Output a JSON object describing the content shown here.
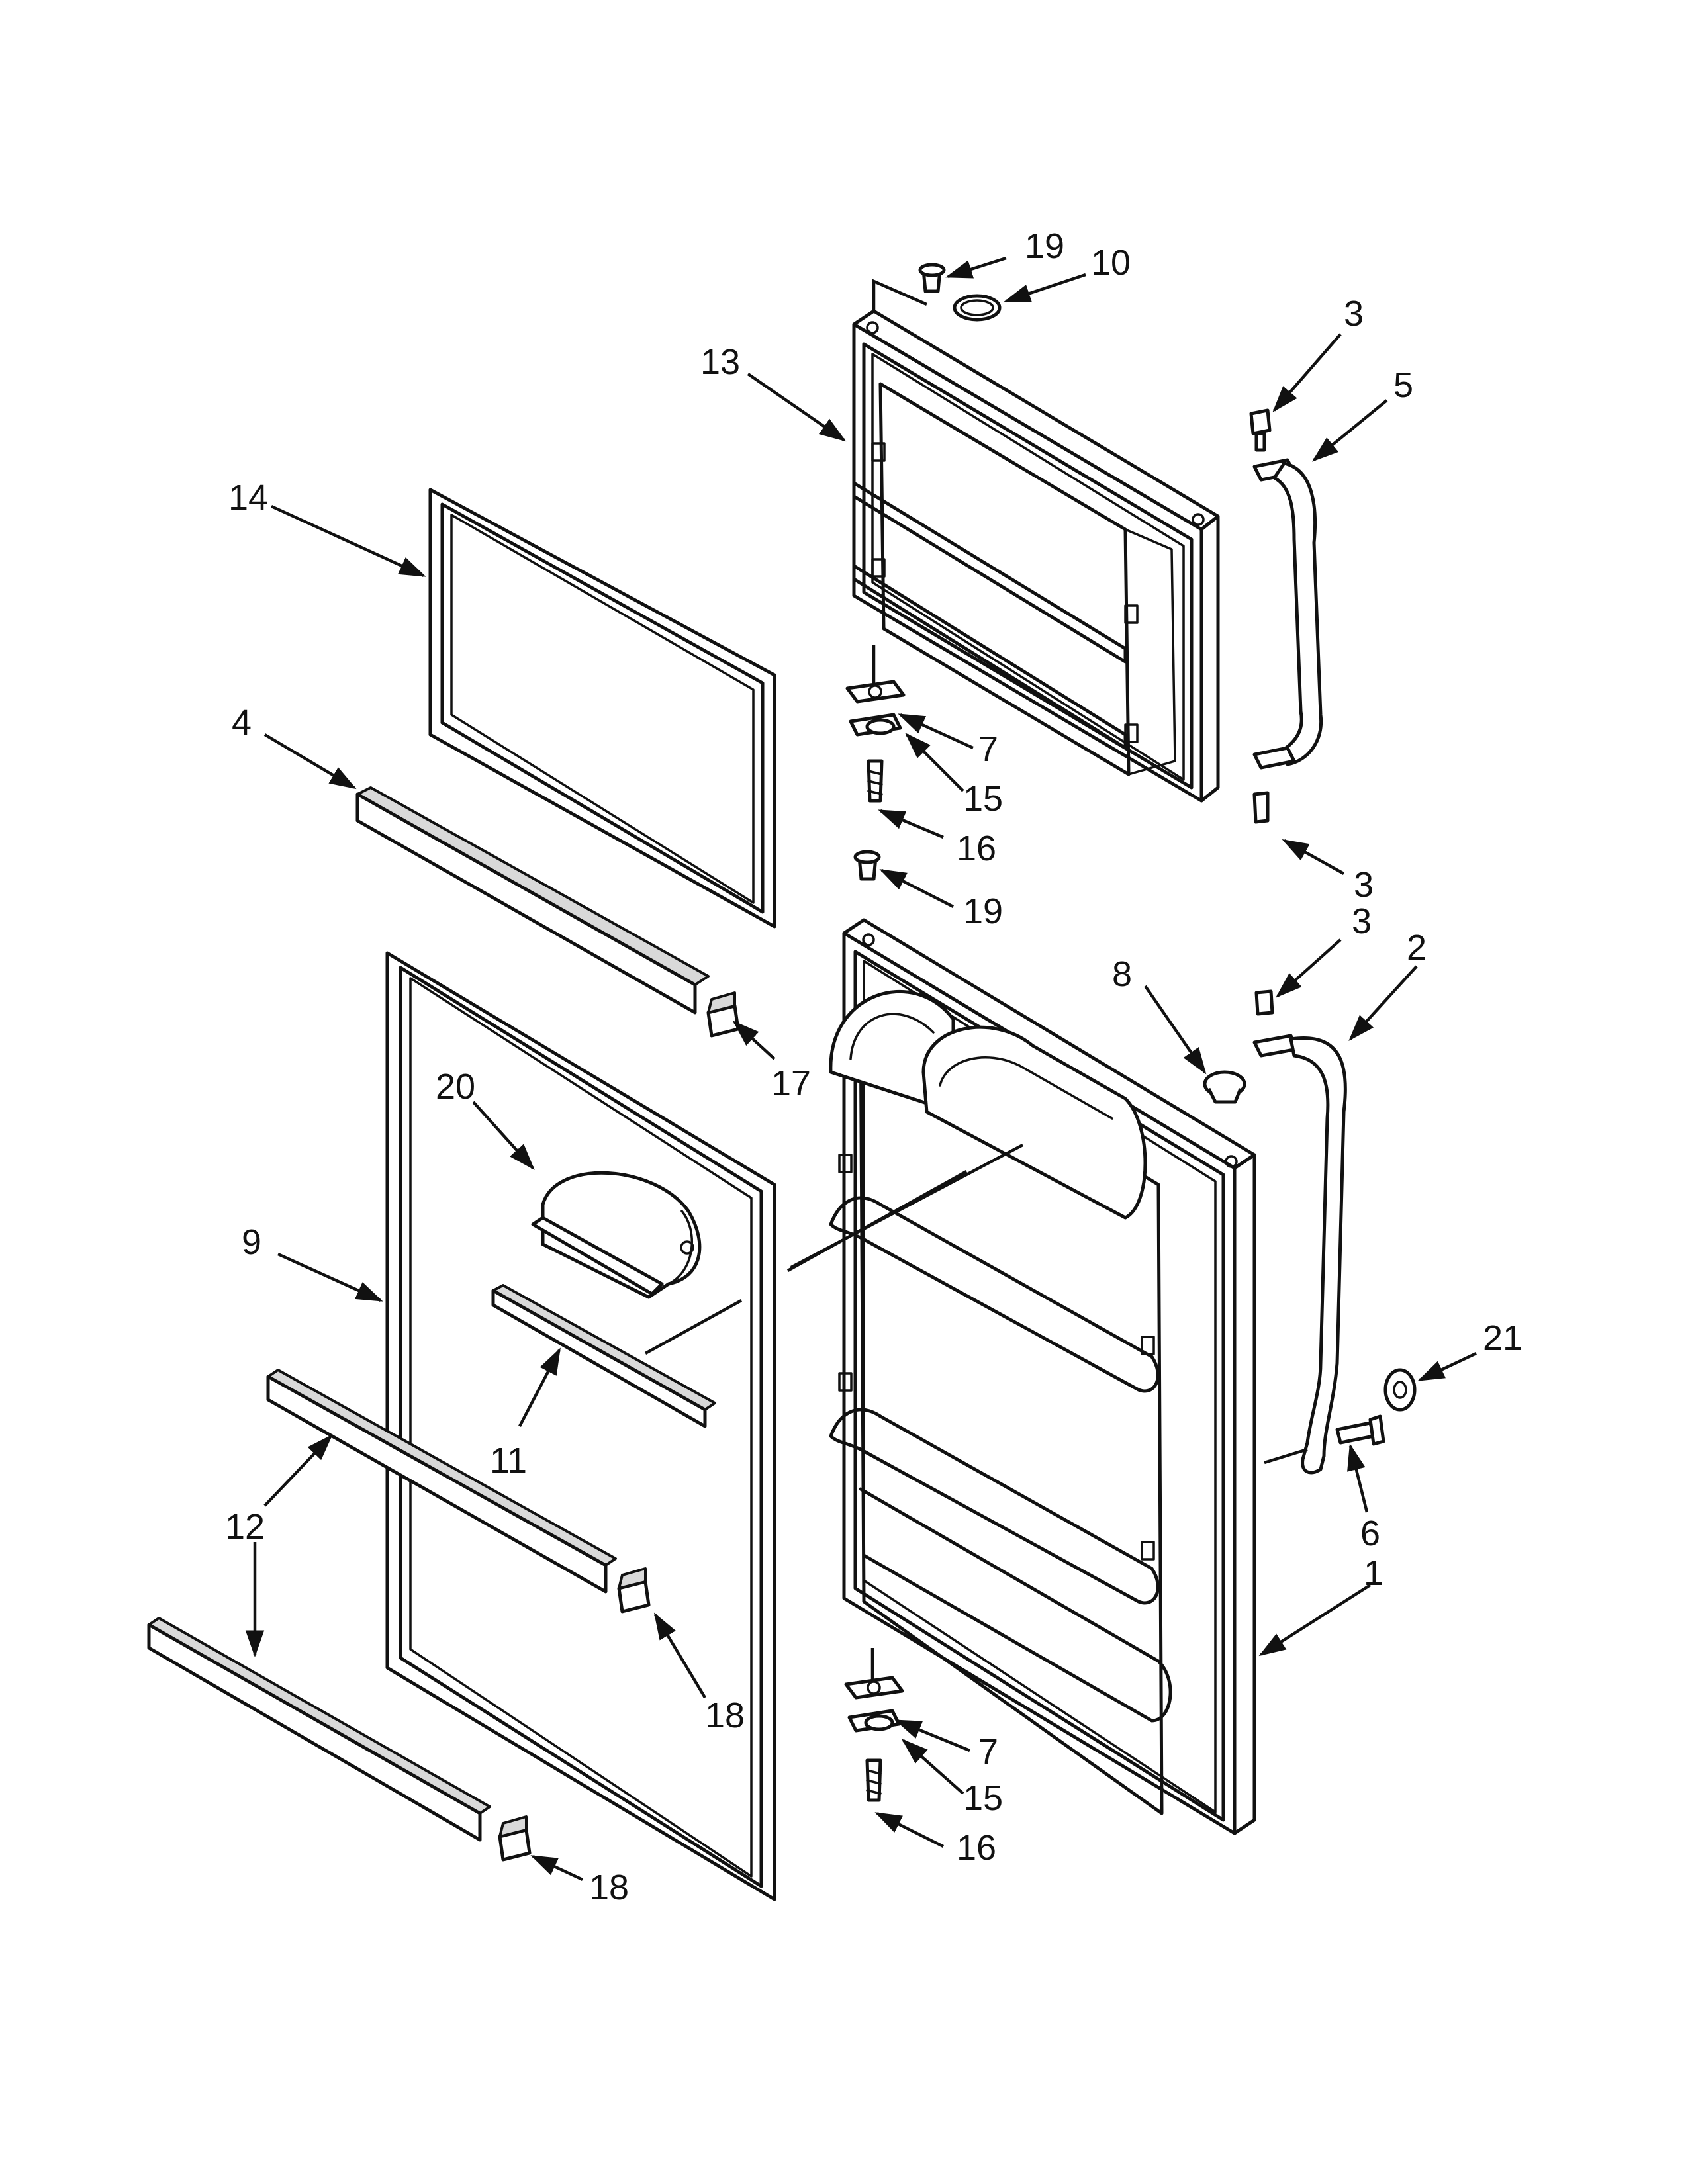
{
  "callouts": {
    "c19_top": "19",
    "c10": "10",
    "c13": "13",
    "c3_a": "3",
    "c5": "5",
    "c14": "14",
    "c4": "4",
    "c7_top": "7",
    "c15_top": "15",
    "c16_top": "16",
    "c3_b": "3",
    "c19_mid": "19",
    "c3_c": "3",
    "c2": "2",
    "c8": "8",
    "c17": "17",
    "c20": "20",
    "c9": "9",
    "c11": "11",
    "c21": "21",
    "c6": "6",
    "c12": "12",
    "c1": "1",
    "c18_a": "18",
    "c7_bot": "7",
    "c15_bot": "15",
    "c16_bot": "16",
    "c18_b": "18"
  },
  "colors": {
    "line": "#111111",
    "background": "#ffffff",
    "shade": "#d9d9d9"
  }
}
